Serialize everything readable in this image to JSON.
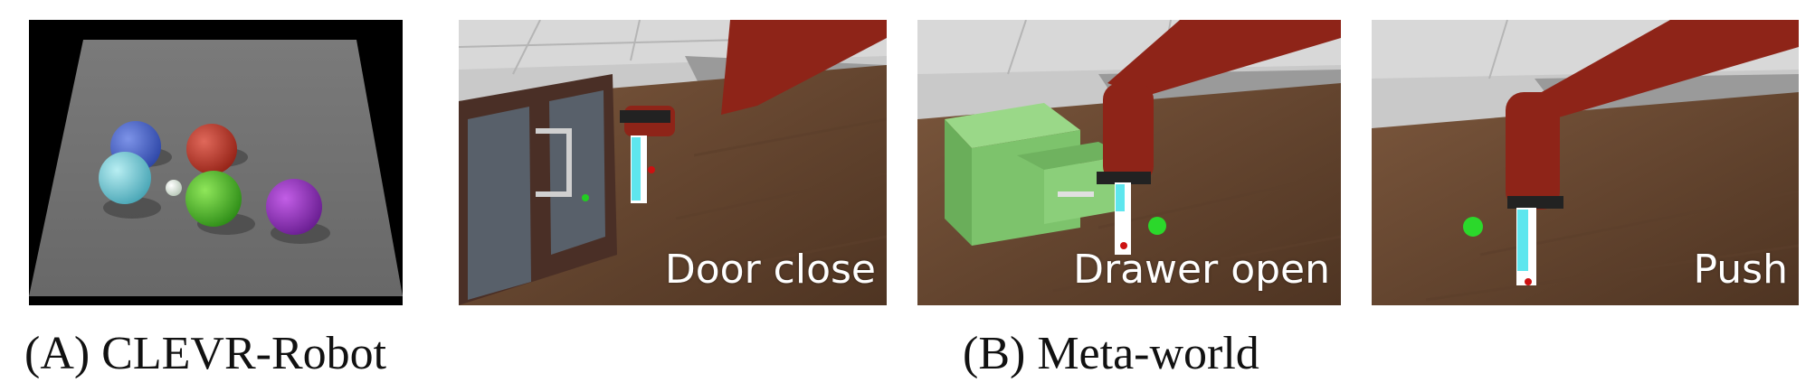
{
  "panels": {
    "clevr": {
      "caption": "(A) CLEVR-Robot"
    },
    "metaworld": {
      "caption": "(B) Meta-world",
      "tasks": [
        {
          "label": "Door close"
        },
        {
          "label": "Drawer open"
        },
        {
          "label": "Push"
        }
      ]
    }
  },
  "colors": {
    "floor_gray": "#6e6e6e",
    "wood": "#6b4a32",
    "robot_red": "#8e2418",
    "drawer_green": "#7dc36c",
    "goal_green": "#2bd82b"
  }
}
